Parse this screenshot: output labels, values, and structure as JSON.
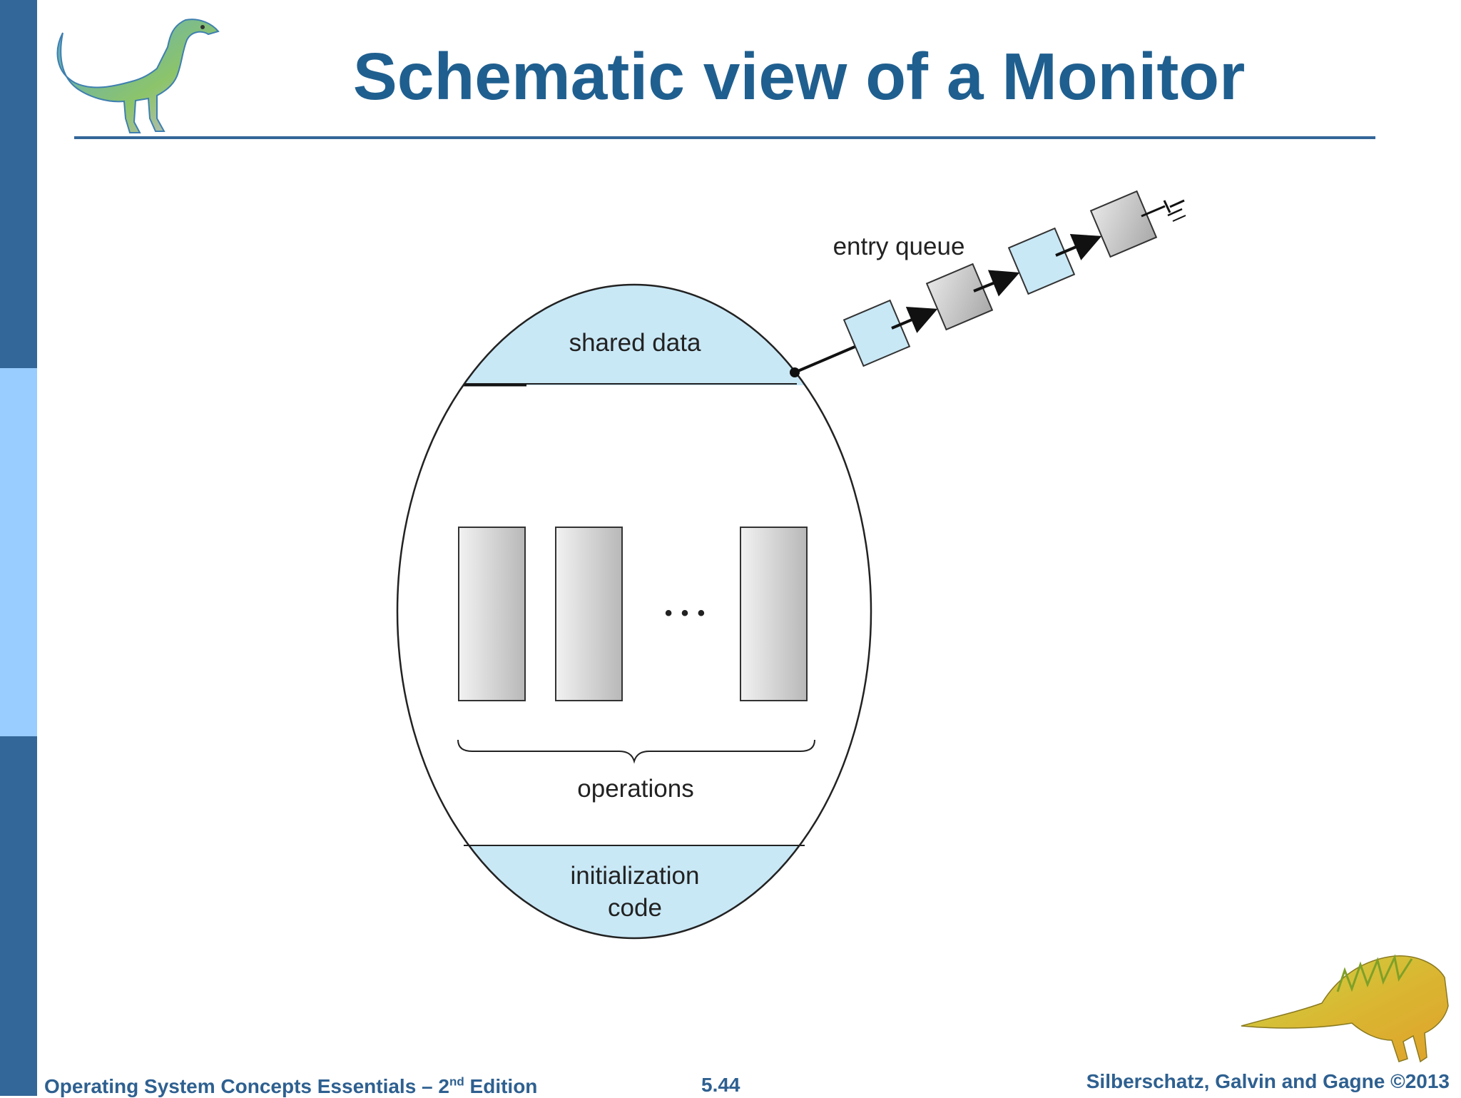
{
  "slide": {
    "title": "Schematic view of a Monitor"
  },
  "diagram": {
    "entry_queue_label": "entry queue",
    "shared_data_label": "shared data",
    "ellipsis_label": "• • •",
    "operations_label": "operations",
    "init_label_line1": "initialization",
    "init_label_line2": "code",
    "queue_node_colors": [
      "#c9e8f6",
      "#c8c8c8",
      "#c9e8f6",
      "#c8c8c8"
    ],
    "region_color": "#c9e8f6"
  },
  "footer": {
    "book_title": "Operating System Concepts Essentials – 2",
    "edition_sup": "nd",
    "edition_word": " Edition",
    "page_number": "5.44",
    "copyright": "Silberschatz, Galvin and Gagne ©2013"
  }
}
